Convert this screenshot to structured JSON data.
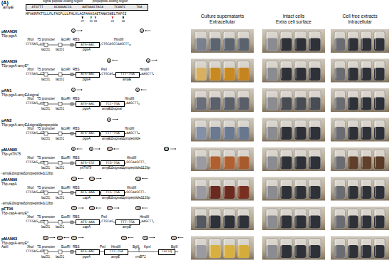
{
  "diagram": {
    "nodes": [
      {
        "text": [
          "ATGTTT",
          "GCAGGACCG",
          "AATGAGCTACA",
          "TCGATC",
          "TGA"
        ]
      },
      {
        "text": [
          "ATG—AAC"
        ]
      },
      {
        "text": [
          "ATG—AAC"
        ]
      },
      {
        "text": [
          "TTT—TGA"
        ]
      },
      {
        "text": [
          "ATG—AAC"
        ]
      },
      {
        "text": [
          "TCC—TGA"
        ]
      },
      {
        "text": [
          "ATG—AAC"
        ]
      },
      {
        "text": [
          "CTT—TGA"
        ]
      },
      {
        "text": [
          "ATG—CGT"
        ]
      },
      {
        "text": [
          "TCG—TGA"
        ]
      },
      {
        "text": [
          "ATG—AAA"
        ]
      },
      {
        "text": [
          "TCG—TGA"
        ]
      },
      {
        "text": [
          "ATG—AAA"
        ]
      },
      {
        "text": [
          "TTT—TGA"
        ]
      },
      {
        "text": [
          "ATG—AAC"
        ]
      },
      {
        "text": [
          "TTT—TGA"
        ]
      },
      {
        "text": [
          "lacIq"
        ]
      }
    ],
    "labels": [
      "(A)",
      "amyE",
      "signal peptide coding region",
      "propeptide coding region",
      "MFAKRFKTSLLPLFAGFLLLFHLVLAGPAAASAETANKSNELTAPSI",
      "27",
      "31",
      "33",
      "41",
      "46",
      "Culture supernatants",
      "Extracellular",
      "Intact cells",
      "Extra cell surface",
      "Cell free extracts",
      "Intracellular",
      "pMAN36",
      "T5p-pgsA",
      "XhoI",
      "T5 promoter",
      "EcoRI",
      "RBS",
      "HindIII",
      "CTCGAG",
      "lacO1",
      "lacO1",
      "CTGCAGCCAAGCTT",
      "pgsA",
      "1",
      "2",
      "pMAN39",
      "T5p-pgsA-amyE*",
      "XhoI",
      "T5 promoter",
      "EcoRI",
      "RBS",
      "PstI",
      "HindIII",
      "CTCGAG",
      "lacO1",
      "lacO1",
      "CTGCAG",
      "AAGCTT",
      "pgsA",
      "amyE",
      "3",
      "4",
      "pAN1",
      "T5p-pgsA-amyEΔsignal",
      "XhoI",
      "T5 promoter",
      "EcoRI",
      "RBS",
      "HindIII",
      "CTCGAG",
      "lacO1",
      "lacO1",
      "AAGCTT",
      "pgsA",
      "amyEΔsignal",
      "5",
      "6",
      "pAN2",
      "T5p-pgsA-amyEΔsignalΔpropeptide",
      "XhoI",
      "T5 promoter",
      "EcoRI",
      "RBS",
      "HindIII",
      "CTCGAG",
      "lacO1",
      "lacO1",
      "AAGCTT",
      "pgsA",
      "amyEΔsignalΔpropeptide",
      "7",
      "pMAN95",
      "T5p-yiiTN75",
      "-amyEΔsignalΔpropeptideΔ12bp",
      "XhoI",
      "T5 promoter",
      "EcoRI",
      "RBS",
      "HindIII",
      "CTCGAG",
      "lacO1",
      "lacO1",
      "GCCAAGCTT",
      "yiiTN75",
      "amyEΔsignalΔpropeptideΔ12bp",
      "8",
      "9",
      "10",
      "11",
      "pMAN99",
      "T5p-capA",
      "-amyEΔsignalΔpropeptideΔ12bp",
      "XhoI",
      "T5 promoter",
      "EcoRI",
      "RBS",
      "HindIII",
      "CTCGAG",
      "lacO1",
      "lacO1",
      "GCCAAGCTT",
      "capA",
      "amyEΔsignalΔpropeptideΔ12bp",
      "12",
      "13",
      "14",
      "pFT06",
      "T5p-capA-amyE*",
      "XhoI",
      "T5 promoter",
      "EcoRI",
      "RBS",
      "PstI",
      "HindIII",
      "CTCGAG",
      "lacO1",
      "lacO1",
      "CTGCAG",
      "AAGCTT",
      "capA",
      "amyE",
      "15",
      "16",
      "17",
      "18",
      "pMAN63",
      "T5p-pgsA-amyE*",
      "AatII",
      "XhoI",
      "T5 promoter",
      "EcoRI",
      "RBS",
      "PstI",
      "HindIII",
      "BglII",
      "KpnI",
      "BglII",
      "CTCGAG",
      "lacO1",
      "lacO1",
      "pgsA",
      "amyE",
      "rrnBT1",
      "19",
      "20",
      "21",
      "22",
      "23",
      "24"
    ]
  }
}
